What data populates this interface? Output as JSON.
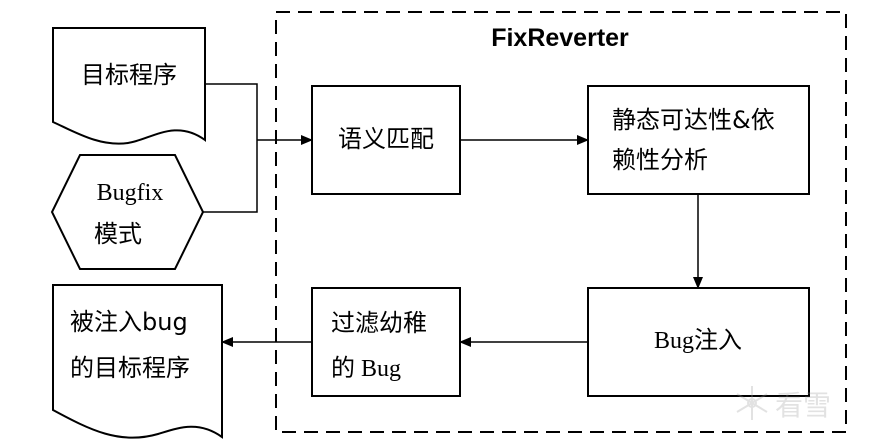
{
  "title": "FixReverter",
  "nodes": {
    "target_program": "目标程序",
    "bugfix_line1": "Bugfix",
    "bugfix_line2": "模式",
    "semantic_match": "语义匹配",
    "analysis_line1": "静态可达性&依",
    "analysis_line2": "赖性分析",
    "bug_inject": "Bug注入",
    "filter_line1": "过滤幼稚",
    "filter_line2": "的 Bug",
    "output_line1": "被注入bug",
    "output_line2": "的目标程序"
  },
  "watermark": {
    "text": "看雪"
  }
}
